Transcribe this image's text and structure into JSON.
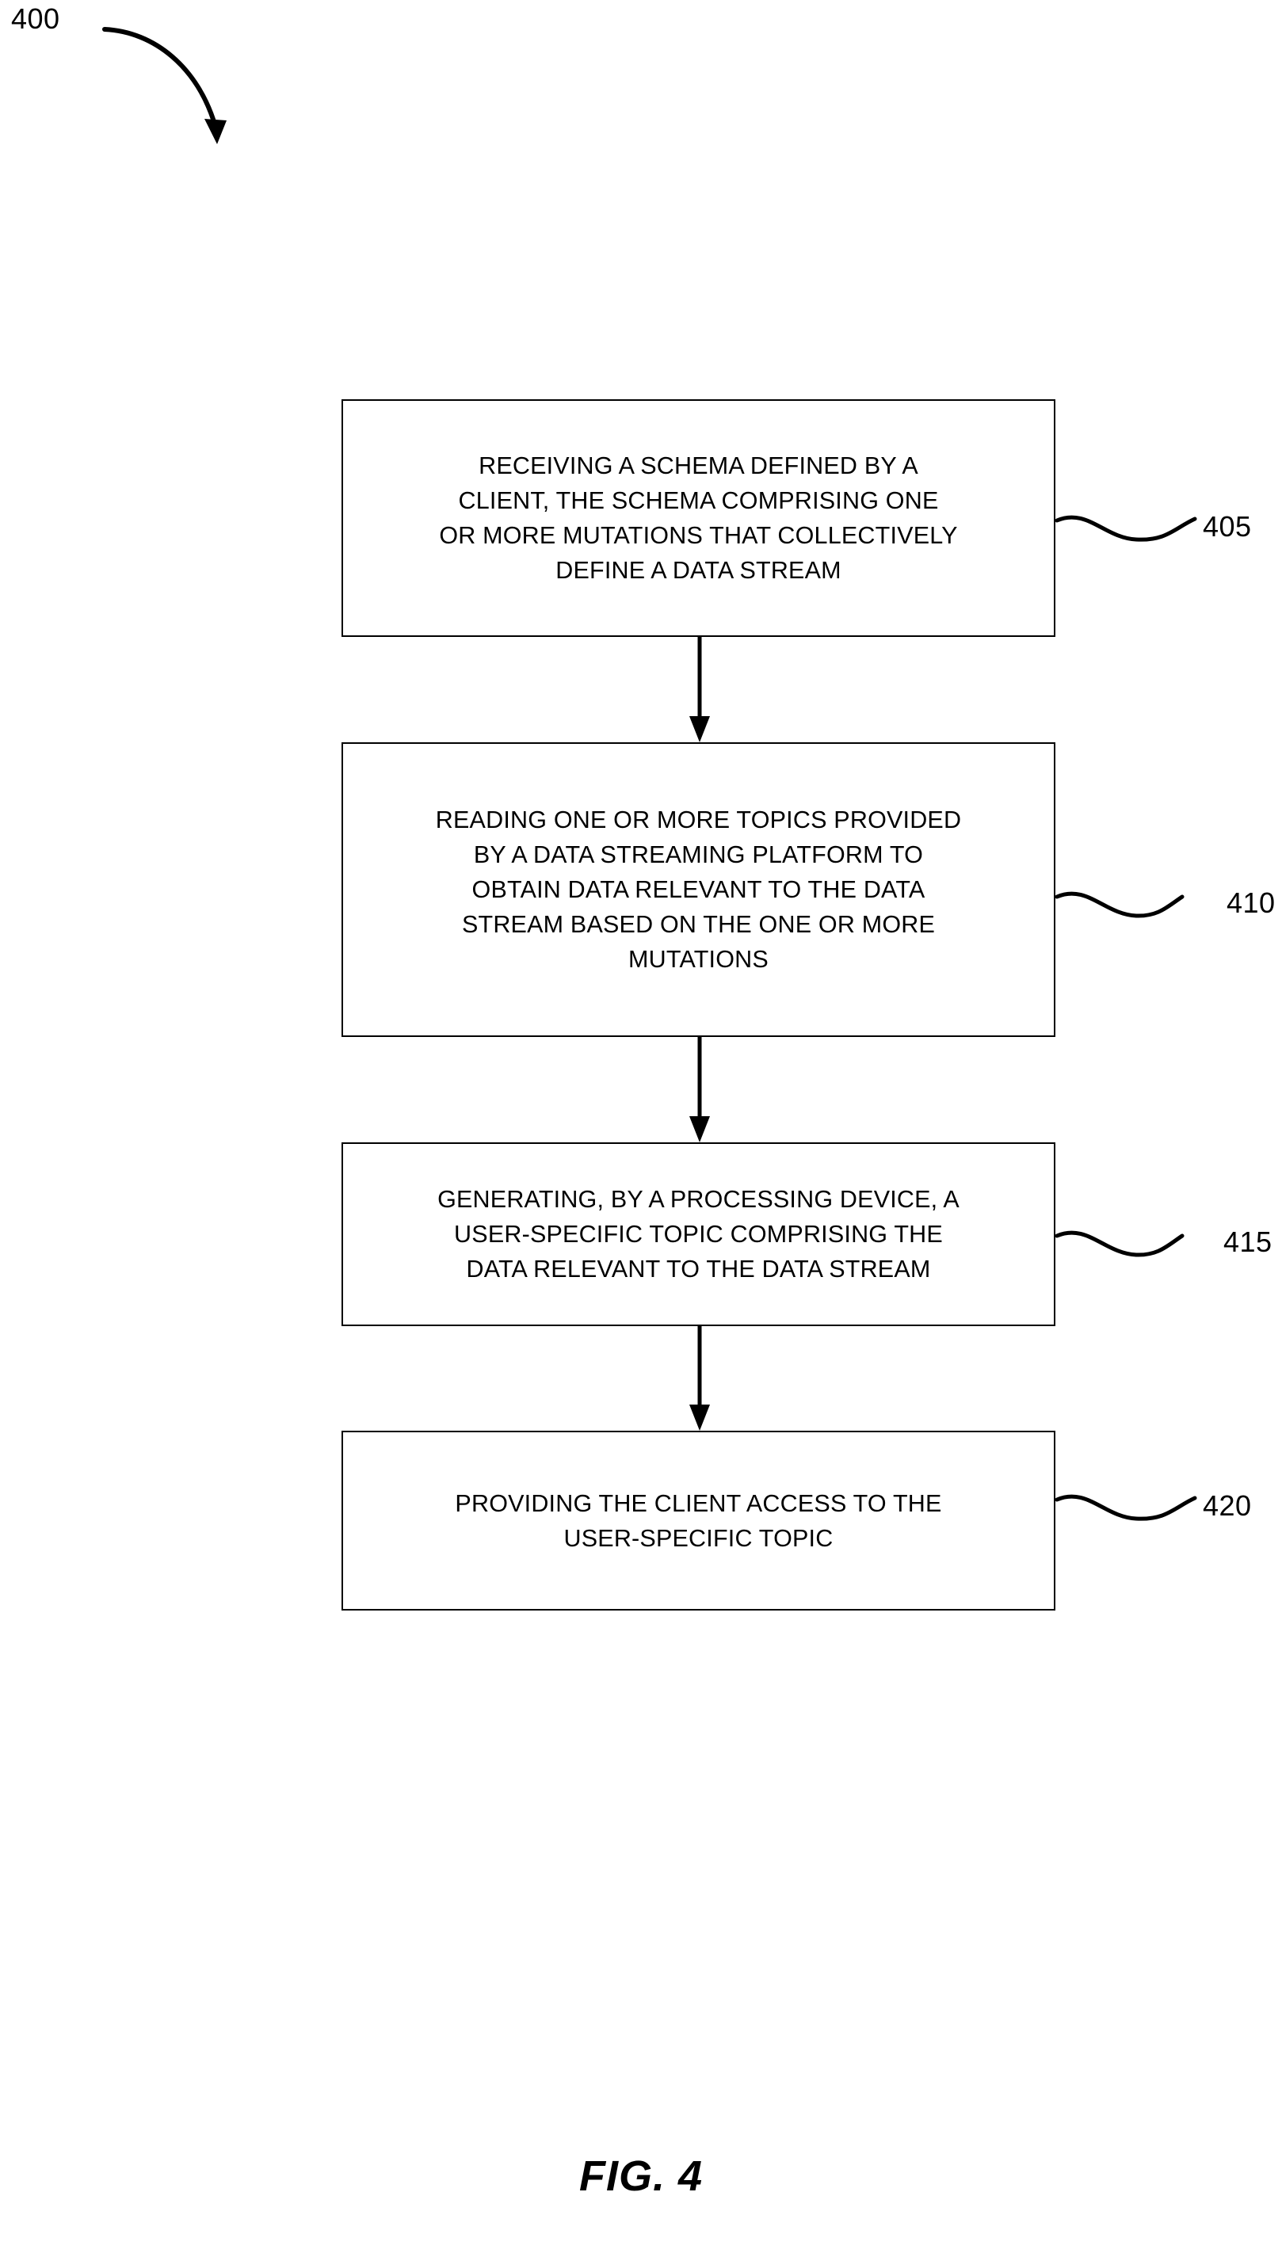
{
  "figure": {
    "ref_number": "400",
    "caption": "FIG. 4",
    "ink_color": "#000000",
    "background_color": "#ffffff"
  },
  "flowchart": {
    "type": "process-flow",
    "orientation": "vertical",
    "steps": [
      {
        "ref": "405",
        "text": "RECEIVING A SCHEMA DEFINED BY A\nCLIENT, THE SCHEMA COMPRISING ONE\nOR MORE MUTATIONS THAT COLLECTIVELY\nDEFINE A DATA STREAM"
      },
      {
        "ref": "410",
        "text": "READING ONE OR MORE TOPICS PROVIDED\nBY A DATA STREAMING PLATFORM TO\nOBTAIN DATA RELEVANT TO THE DATA\nSTREAM BASED ON THE ONE OR MORE\nMUTATIONS"
      },
      {
        "ref": "415",
        "text": "GENERATING, BY A PROCESSING DEVICE, A\nUSER-SPECIFIC TOPIC COMPRISING THE\nDATA RELEVANT TO THE DATA STREAM"
      },
      {
        "ref": "420",
        "text": "PROVIDING THE CLIENT ACCESS TO THE\nUSER-SPECIFIC TOPIC"
      }
    ],
    "connectors": [
      {
        "from": "405",
        "to": "410",
        "style": "down-arrow"
      },
      {
        "from": "410",
        "to": "415",
        "style": "down-arrow"
      },
      {
        "from": "415",
        "to": "420",
        "style": "down-arrow"
      }
    ]
  }
}
